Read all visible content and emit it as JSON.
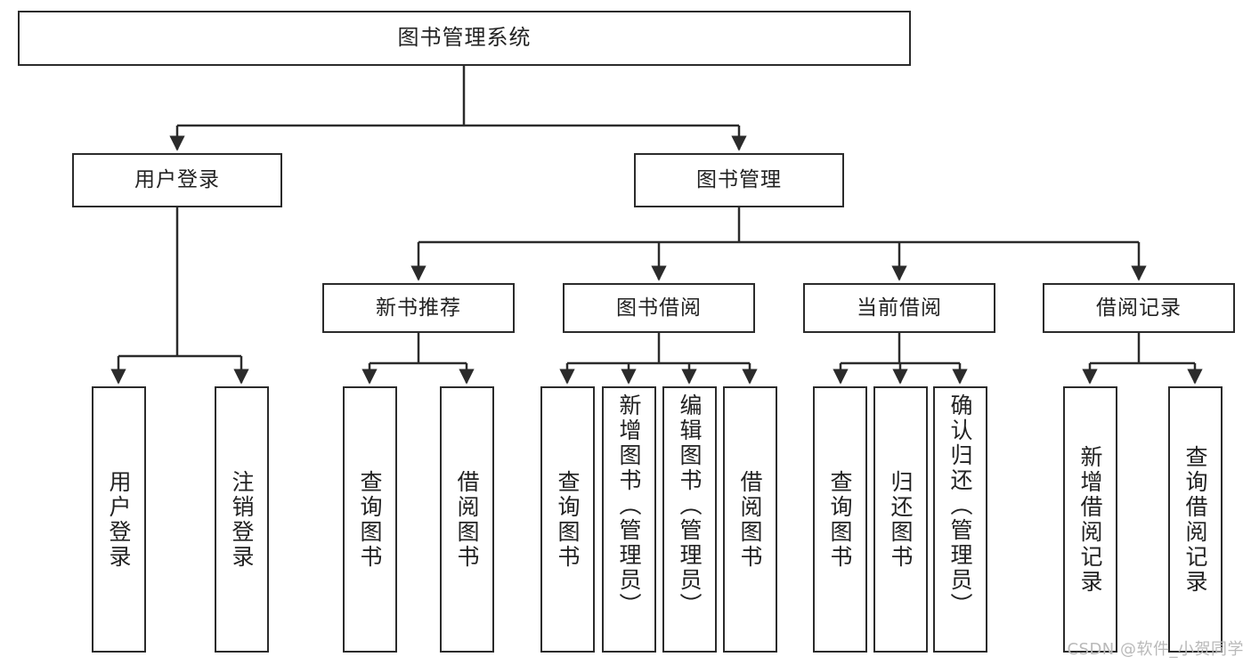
{
  "diagram": {
    "title": "图书管理系统",
    "type": "tree",
    "root": {
      "id": "root",
      "label": "图书管理系统"
    },
    "level1": [
      {
        "id": "user-login",
        "label": "用户登录"
      },
      {
        "id": "book-manage",
        "label": "图书管理"
      }
    ],
    "level2": [
      {
        "id": "new-book-recommend",
        "label": "新书推荐",
        "parent": "book-manage"
      },
      {
        "id": "book-borrow",
        "label": "图书借阅",
        "parent": "book-manage"
      },
      {
        "id": "current-borrow",
        "label": "当前借阅",
        "parent": "book-manage"
      },
      {
        "id": "borrow-record",
        "label": "借阅记录",
        "parent": "book-manage"
      }
    ],
    "leaves": [
      {
        "id": "leaf-user-login",
        "label": "用户登录",
        "parent": "user-login"
      },
      {
        "id": "leaf-logout-login",
        "label": "注销登录",
        "parent": "user-login"
      },
      {
        "id": "leaf-query-book-1",
        "label": "查询图书",
        "parent": "new-book-recommend"
      },
      {
        "id": "leaf-borrow-book-1",
        "label": "借阅图书",
        "parent": "new-book-recommend"
      },
      {
        "id": "leaf-query-book-2",
        "label": "查询图书",
        "parent": "book-borrow"
      },
      {
        "id": "leaf-add-book",
        "label": "新增图书（管理员）",
        "parent": "book-borrow"
      },
      {
        "id": "leaf-edit-book",
        "label": "编辑图书（管理员）",
        "parent": "book-borrow"
      },
      {
        "id": "leaf-borrow-book-2",
        "label": "借阅图书",
        "parent": "book-borrow"
      },
      {
        "id": "leaf-query-book-3",
        "label": "查询图书",
        "parent": "current-borrow"
      },
      {
        "id": "leaf-return-book",
        "label": "归还图书",
        "parent": "current-borrow"
      },
      {
        "id": "leaf-confirm-return",
        "label": "确认归还（管理员）",
        "parent": "current-borrow"
      },
      {
        "id": "leaf-add-record",
        "label": "新增借阅记录",
        "parent": "borrow-record"
      },
      {
        "id": "leaf-query-record",
        "label": "查询借阅记录",
        "parent": "borrow-record"
      }
    ],
    "colors": {
      "stroke": "#2b2b2b",
      "fill": "#ffffff",
      "text": "#222222",
      "watermark": "#b9b9b9"
    }
  },
  "watermark": {
    "text": "CSDN @软件_小贺同学"
  }
}
